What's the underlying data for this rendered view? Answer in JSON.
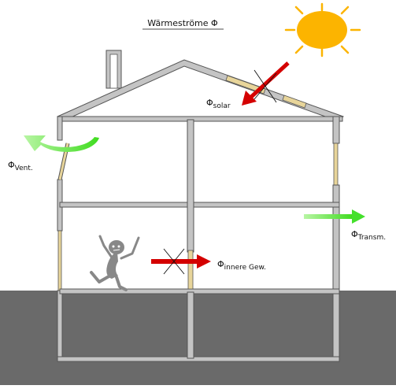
{
  "title": "Wärmeströme Φ",
  "labels": {
    "solar": {
      "symbol": "Φ",
      "sub": "solar"
    },
    "vent": {
      "symbol": "Φ",
      "sub": "Vent."
    },
    "transm": {
      "symbol": "Φ",
      "sub": "Transm."
    },
    "innere": {
      "symbol": "Φ",
      "sub": "innere Gew."
    }
  },
  "colors": {
    "sun": "#fcb400",
    "wall": "#c4c4c4",
    "wall_stroke": "#555555",
    "ground": "#6a6a6a",
    "red_arrow": "#d40000",
    "green_arrow": "#44e02c",
    "window": "#e8d59a",
    "person": "#888888"
  },
  "icons": {
    "sun": "sun-icon",
    "person": "person-icon",
    "cross": "cross-icon"
  }
}
